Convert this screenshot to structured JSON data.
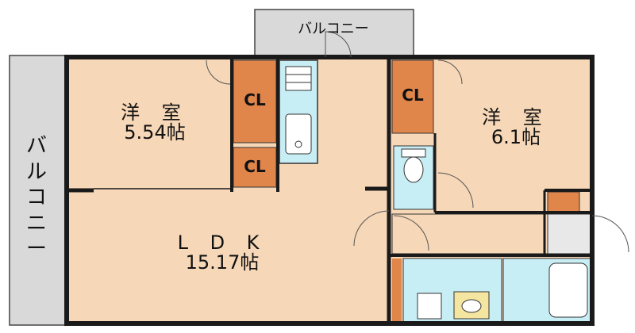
{
  "balcony_top": "バルコニー",
  "balcony_left": [
    "バ",
    "ル",
    "コ",
    "ニ",
    "ー"
  ],
  "rooms": {
    "western_left": {
      "name": "洋 室",
      "size": "5.54帖"
    },
    "western_right": {
      "name": "洋 室",
      "size": "6.1帖"
    },
    "ldk": {
      "name": "L D K",
      "size": "15.17帖"
    }
  },
  "closets": {
    "cl_1": "CL",
    "cl_2": "CL",
    "cl_3": "CL"
  },
  "colors": {
    "room_floor": "#f6d7b7",
    "closet": "#e0864b",
    "wet_area": "#c8eef5",
    "balcony": "#d9d9d9",
    "wall": "#1a1a1a"
  }
}
